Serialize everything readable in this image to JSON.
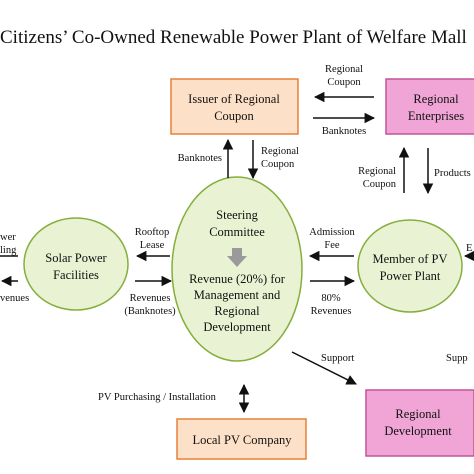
{
  "title": "Citizens’ Co-Owned Renewable Power Plant of Welfare Mall",
  "colors": {
    "box_orange_fill": "#fde0c8",
    "box_orange_stroke": "#e8803a",
    "box_pink_fill": "#f0a5d6",
    "box_pink_stroke": "#c2559a",
    "ellipse_fill": "#e9f3d4",
    "ellipse_stroke": "#86ae3c",
    "inner_arrow": "#9a9a9a"
  },
  "nodes": {
    "issuer": {
      "line1": "Issuer of Regional",
      "line2": "Coupon"
    },
    "regional_enterprises": {
      "line1": "Regional",
      "line2": "Enterprises"
    },
    "local_pv_company": {
      "line1": "Local PV Company"
    },
    "regional_development": {
      "line1": "Regional",
      "line2": "Development"
    },
    "solar_facilities": {
      "line1": "Solar Power",
      "line2": "Facilities"
    },
    "steering": {
      "top1": "Steering",
      "top2": "Committee",
      "bottom1": "Revenue (20%) for",
      "bottom2": "Management and",
      "bottom3": "Regional",
      "bottom4": "Development"
    },
    "member": {
      "line1": "Member of PV",
      "line2": "Power Plant"
    }
  },
  "labels": {
    "coupon_top_1": "Regional",
    "coupon_top_2": "Coupon",
    "banknotes_right": "Banknotes",
    "banknotes_left": "Banknotes",
    "regional_coupon_left_1": "Regional",
    "regional_coupon_left_2": "Coupon",
    "regional_coupon_right_1": "Regional",
    "regional_coupon_right_2": "Coupon",
    "products": "Products",
    "rooftop_1": "Rooftop",
    "rooftop_2": "Lease",
    "admission_1": "Admission",
    "admission_2": "Fee",
    "revenues_banknotes_1": "Revenues",
    "revenues_banknotes_2": "(Banknotes)",
    "eighty_1": "80%",
    "eighty_2": "Revenues",
    "support_left": "Support",
    "support_right": "Supp",
    "pv_purchasing": "PV Purchasing / Installation",
    "edge_power": "wer",
    "edge_ling": "ling",
    "edge_revenues": "venues",
    "edge_e": "E"
  }
}
